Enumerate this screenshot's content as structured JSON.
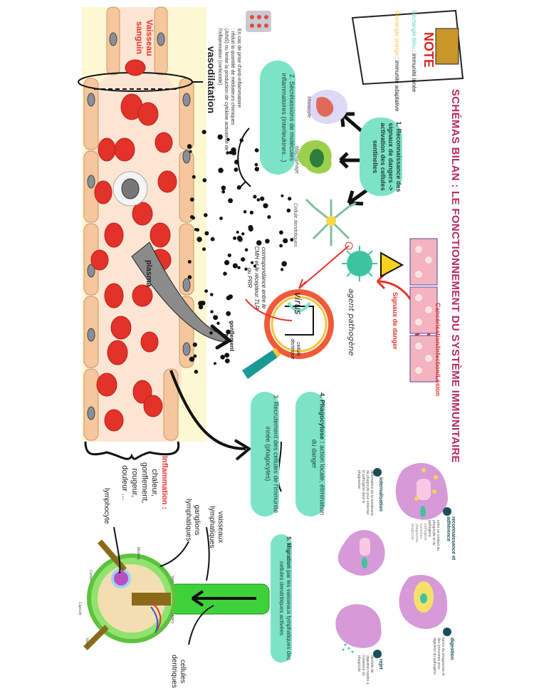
{
  "title": "SCHÉMAS BILAN : LE FONCTIONNEMENT DU SYSTÈME IMMUNITAIRE",
  "note": {
    "heading": "NOTE",
    "line1_label": "Rectangle bleu",
    "line1_text": ": immunité innée",
    "line2_label": "Rectangle orange",
    "line2_text": ": immunité adaptative",
    "colors": {
      "blue": "#5fd3b6",
      "orange": "#f5c842",
      "heading": "#e0241b",
      "clip": "#c9962a"
    }
  },
  "danger": {
    "source": "Cancérisation/Infection/Lésion",
    "signals": "Signaux de danger",
    "pathogen": "agent pathogène"
  },
  "steps": {
    "s1": "1. Reconnaissance des signaux de dangers -> activation des cellules sentinelles",
    "s2": "2. Sécrétassions de molécules inflammatoires (interleukines...)",
    "s3": "3. Recrutement des cellules de l'immunité innée (phagocytes)",
    "s4_bold": "4. Phagocytose :",
    "s4_text": "action locale, élimination du danger",
    "s5_bold": "5. Migration",
    "s5_text": "par les vaisseaux lymphatiques des cellules dendritiques activées"
  },
  "cells": {
    "monocyte": "Monocyte",
    "macrophage": "Macrophage",
    "dendritic": "Cellule dendritiques"
  },
  "anti_inflam": {
    "line1": "En cas de prise d'anti-inflammatoire",
    "line2": ": réduit la quantité de médiateurs chimiques",
    "line3": "(AINS) ou limite la production de cytokine activatrice de",
    "line4": "l'inflammation (corticoïde)"
  },
  "magnifier": {
    "match": "correspondance entre le CMH et le récepteur TLR ou PRR",
    "virus": "virus",
    "cell": "cellule dentrique"
  },
  "vessel": {
    "label": "Vaisseau sanguin",
    "vasodilatation": "vasodilatation",
    "plasma": "plasma",
    "swelling": "gonflement"
  },
  "inflammation": {
    "heading": "Inflammation :",
    "symptoms": [
      "chaleur,",
      "gonflement,",
      "rougeur,",
      "douleur ..."
    ]
  },
  "lymph": {
    "lymphocyte": "lymphocyte",
    "ganglions": "ganglions lymphatiques",
    "vessels": "vaisseaux lymphatiques",
    "dendritic": "cellules dentriques",
    "node_labels": [
      "Medulla",
      "Cortex",
      "Valve",
      "Capsule",
      "Vein",
      "Artery"
    ]
  },
  "phagocytosis": {
    "step1_title": "reconnaissance et adhérence",
    "step1_text": "entre un contact du phagocyte et du pathogène",
    "step2_title": "internalisation",
    "step2_text": "déformation de la membrane du phagocyte pour enfermer le pathogène dans le phagosome",
    "step3_title": "digestion",
    "step3_text": "fusion du phagosome et des lysosomes pour digestion du pathogène",
    "step4_title": "rejet",
    "step4_text": "déchets de digestion rejetés à l'extérieur du phagocyte",
    "labels": [
      "pathogène",
      "lysosome",
      "phagosome",
      "phagocyte"
    ],
    "numbers": [
      "1",
      "2",
      "3",
      "4"
    ]
  },
  "colors": {
    "title": "#b52a5a",
    "bubble": "#7de3c6",
    "danger_red": "#e8332b",
    "rbc": "#e3322a",
    "vessel_wall": "#f6c79c",
    "phagocyte": "#d69ad8"
  }
}
